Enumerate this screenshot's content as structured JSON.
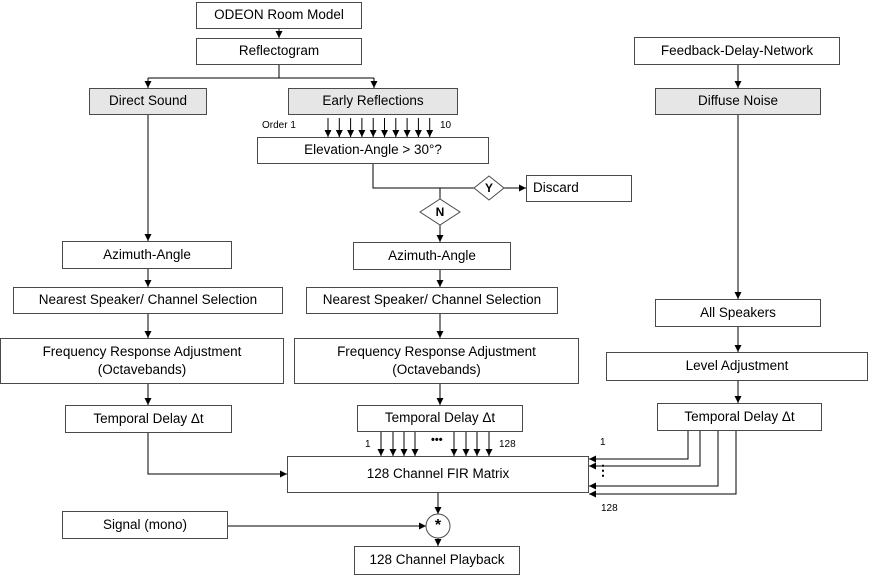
{
  "nodes": {
    "odeon": "ODEON Room Model",
    "reflectogram": "Reflectogram",
    "direct_sound": "Direct Sound",
    "early_reflections": "Early Reflections",
    "fdn": "Feedback-Delay-Network",
    "diffuse_noise": "Diffuse Noise",
    "elevation": "Elevation-Angle > 30°?",
    "discard": "Discard",
    "azimuth_left": "Azimuth-Angle",
    "azimuth_mid": "Azimuth-Angle",
    "nearest_left": "Nearest Speaker/ Channel Selection",
    "nearest_mid": "Nearest Speaker/ Channel Selection",
    "freq_left": "Frequency Response Adjustment\n(Octavebands)",
    "freq_mid": "Frequency Response Adjustment\n(Octavebands)",
    "all_speakers": "All Speakers",
    "level_adj": "Level Adjustment",
    "delay_left": "Temporal Delay Δt",
    "delay_mid": "Temporal Delay Δt",
    "delay_right": "Temporal Delay Δt",
    "fir_matrix": "128 Channel FIR Matrix",
    "signal": "Signal (mono)",
    "playback": "128 Channel Playback"
  },
  "decisions": {
    "yes": "Y",
    "no": "N"
  },
  "convolution_symbol": "*",
  "labels": {
    "order_start": "Order 1",
    "order_end": "10",
    "mid_ch_start": "1",
    "mid_ch_end": "128",
    "mid_ellipsis": "•••",
    "right_ch_start": "1",
    "right_ch_end": "128",
    "right_ellipsis": "⋮"
  }
}
